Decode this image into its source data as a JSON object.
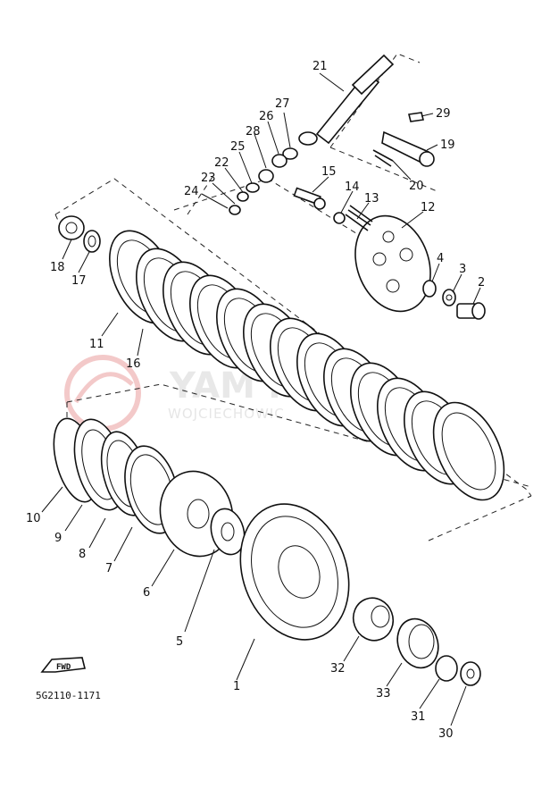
{
  "watermark": {
    "brand": "YAMAHA",
    "domain_fragment": "YAM        .PL",
    "subtext": "WOJCIECHOWIC"
  },
  "drawing_code": "5G2110-1171",
  "fwd_badge": "FWD",
  "labels": {
    "p1": "1",
    "p2": "2",
    "p3": "3",
    "p4": "4",
    "p5": "5",
    "p6": "6",
    "p7": "7",
    "p8": "8",
    "p9": "9",
    "p10": "10",
    "p11": "11",
    "p12": "12",
    "p13": "13",
    "p14": "14",
    "p15": "15",
    "p16": "16",
    "p17": "17",
    "p18": "18",
    "p19": "19",
    "p20": "20",
    "p21": "21",
    "p22": "22",
    "p23": "23",
    "p24": "24",
    "p25": "25",
    "p26": "26",
    "p27": "27",
    "p28": "28",
    "p29": "29",
    "p30": "30",
    "p31": "31",
    "p32": "32",
    "p33": "33"
  }
}
